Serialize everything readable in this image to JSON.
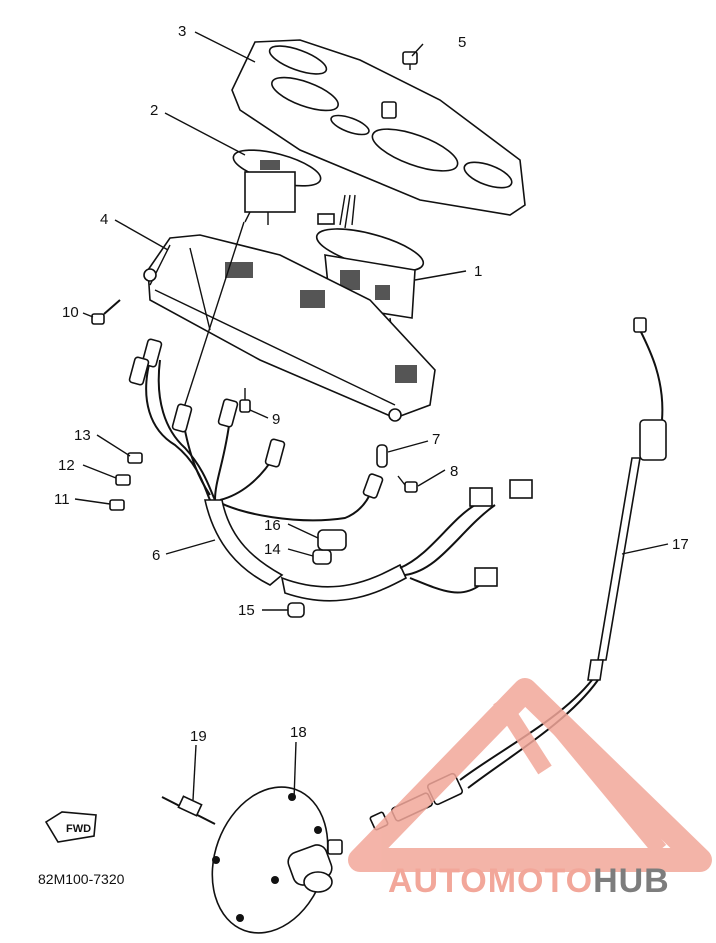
{
  "diagram": {
    "callouts": [
      {
        "id": "1",
        "label": "1"
      },
      {
        "id": "2",
        "label": "2"
      },
      {
        "id": "3",
        "label": "3"
      },
      {
        "id": "4",
        "label": "4"
      },
      {
        "id": "5",
        "label": "5"
      },
      {
        "id": "6",
        "label": "6"
      },
      {
        "id": "7",
        "label": "7"
      },
      {
        "id": "8",
        "label": "8"
      },
      {
        "id": "9",
        "label": "9"
      },
      {
        "id": "10",
        "label": "10"
      },
      {
        "id": "11",
        "label": "11"
      },
      {
        "id": "12",
        "label": "12"
      },
      {
        "id": "13",
        "label": "13"
      },
      {
        "id": "14",
        "label": "14"
      },
      {
        "id": "15",
        "label": "15"
      },
      {
        "id": "16",
        "label": "16"
      },
      {
        "id": "17",
        "label": "17"
      },
      {
        "id": "18",
        "label": "18"
      },
      {
        "id": "19",
        "label": "19"
      }
    ],
    "diagram_code": "82M100-7320",
    "forward_arrow_label": "FWD"
  },
  "watermark": {
    "text_part1": "AUTOMOTO",
    "text_part2": "HUB",
    "color_primary": "#f2a79a",
    "color_secondary": "#7d7d7d"
  }
}
